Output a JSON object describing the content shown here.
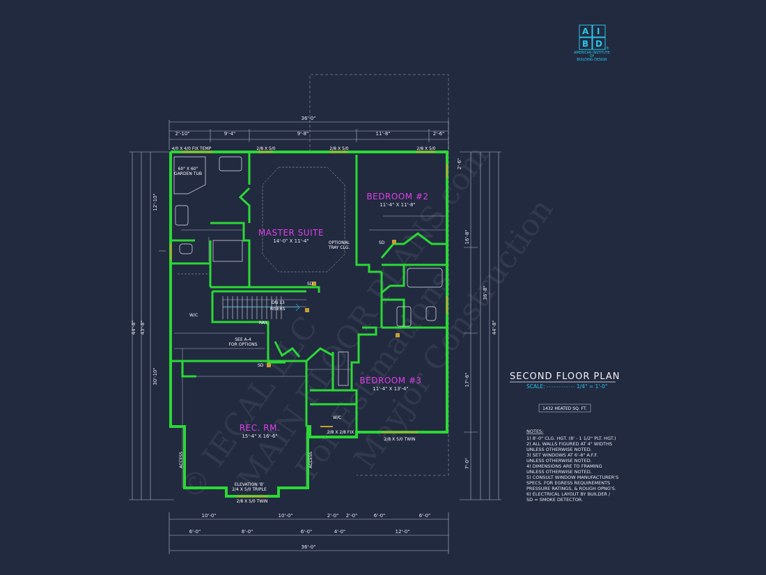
{
  "logo": {
    "letters": [
      "A",
      "I",
      "B",
      "D"
    ],
    "line1": "AMERICAN INSTITUTE",
    "line2": "OF",
    "line3": "BUILDING DESIGN",
    "mark": "®"
  },
  "plan_title": "SECOND FLOOR PLAN",
  "scale": {
    "label": "SCALE:",
    "value": "1/4\" = 1'-0\""
  },
  "heated": "1432 HEATED SQ. FT.",
  "notes": {
    "heading": "NOTES:",
    "lines": [
      "1) 8'-0\" CLG. HGT. (8' - 1 1/2\" PLT. HGT.)",
      "2) ALL WALLS FIGURED AT 4\" WIDTHS",
      "    UNLESS OTHERWISE NOTED.",
      "3) SET WINDOWS AT 6'-8\" A.F.F.",
      "    UNLESS OTHERWISE NOTED.",
      "4) DIMENSIONS ARE TO FRAMING",
      "    UNLESS OTHERWISE NOTED.",
      "5) CONSULT WINDOW MANUFACTURER'S",
      "    SPECS. FOR EGRESS REQUIREMENTS",
      "    PRESSURE RATINGS, & ROUGH OPNG'S.",
      "6) ELECTRICAL LAYOUT BY BUILDER /",
      "    SD = SMOKE DETECTOR."
    ]
  },
  "rooms": {
    "master": {
      "name": "MASTER SUITE",
      "size": "14'-0\" X 11'-4\""
    },
    "bed2": {
      "name": "BEDROOM #2",
      "size": "11'-4\" X 11'-8\""
    },
    "bed3": {
      "name": "BEDROOM #3",
      "size": "11'-4\" X 13'-4\""
    },
    "rec": {
      "name": "REC. RM.",
      "size": "15'-4\" X 16'-6\""
    }
  },
  "labels": {
    "tub": "60\" X 60\"",
    "tub2": "GARDEN TUB",
    "wic1": "W/C",
    "wic2": "W/C",
    "optional1": "OPTIONAL",
    "optional2": "TRAY CLG.",
    "down": "DN 13",
    "risers": "RISERS",
    "rail": "RAIL",
    "see1": "SEE A-4",
    "see2": "FOR OPTIONS",
    "sd": "SD",
    "elevation1": "ELEVATION 'B'",
    "elevation2": "2/4 X 5/0 TRIPLE",
    "access1": "ACCESS",
    "access2": "ACCESS"
  },
  "dims": {
    "overall": "36'-0\"",
    "top": [
      "2'-10\"",
      "9'-4\"",
      "9'-8\"",
      "11'-8\"",
      "2'-6\""
    ],
    "bottom1": [
      "10'-0\"",
      "10'-0\"",
      "2'-0\"",
      "2'-0\"",
      "6'-0\"",
      "6'-0\""
    ],
    "bottom2": [
      "6'-0\"",
      "8'-0\"",
      "6'-0\"",
      "4'-0\"",
      "12'-0\""
    ],
    "left1": "44'-8\"",
    "left2": "43'-8\"",
    "left_a": "12'-10\"",
    "left_b": "30'-10\"",
    "right1": "44'-8\"",
    "right2": "36'-8\"",
    "right_a": "7'-0\"",
    "right_b": "17'-6\"",
    "right_c": "16'-8\"",
    "right_d": "2'-6\"",
    "windows": [
      "4/0 X 4/0 FIX TEMP",
      "2/8 X 5/0",
      "2/8 X 5/0",
      "2/8 X 5/0",
      "2/8 X 5/0 TWIN",
      "2/8 X 5/0 TWIN",
      "2/8 X 2/8 FIX"
    ]
  },
  "watermark": [
    "© IECAL LLC",
    "MAIN FLOOR PLANS.com",
    "For Estimations",
    "Mayjor Construction"
  ]
}
